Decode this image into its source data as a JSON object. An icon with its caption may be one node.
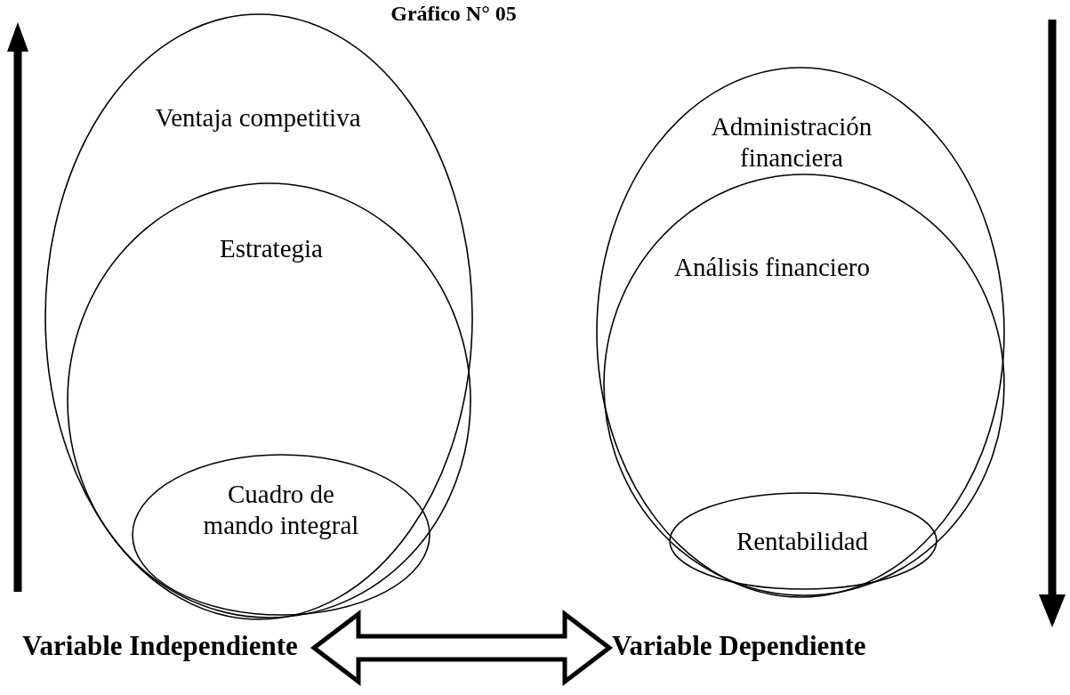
{
  "diagram": {
    "title": "Gráfico N° 05",
    "nodes": [
      {
        "text": [
          "Ventaja competitiva"
        ]
      },
      {
        "text": [
          "Estrategia"
        ],
        "in": 0
      },
      {
        "text": [
          "Cuadro de mando integral"
        ],
        "in": 1
      },
      {
        "text": [
          "Administración financiera"
        ]
      },
      {
        "text": [
          "Análisis financiero"
        ],
        "in": 3
      },
      {
        "text": [
          "Rentabilidad"
        ],
        "in": 4
      },
      {
        "text": [
          "Variable Independiente"
        ]
      },
      {
        "text": [
          "Variable Dependiente"
        ]
      }
    ],
    "edges": [
      {
        "from": 6,
        "to": 7,
        "arrow": "both"
      }
    ]
  }
}
